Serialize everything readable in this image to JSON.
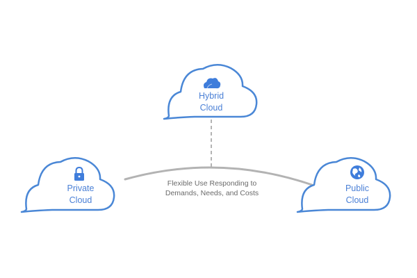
{
  "colors": {
    "cloud_stroke": "#4a87d6",
    "icon_fill": "#3f7ddb",
    "connector": "#b3b3b3",
    "label_text": "#4b80d6",
    "caption_text": "#6a6a6a"
  },
  "nodes": {
    "hybrid": {
      "line1": "Hybrid",
      "line2": "Cloud",
      "icon": "cloud-icon"
    },
    "private": {
      "line1": "Private",
      "line2": "Cloud",
      "icon": "lock-icon"
    },
    "public": {
      "line1": "Public",
      "line2": "Cloud",
      "icon": "globe-icon"
    }
  },
  "connector": {
    "line1": "Flexible Use Responding to",
    "line2": "Demands, Needs, and Costs"
  }
}
